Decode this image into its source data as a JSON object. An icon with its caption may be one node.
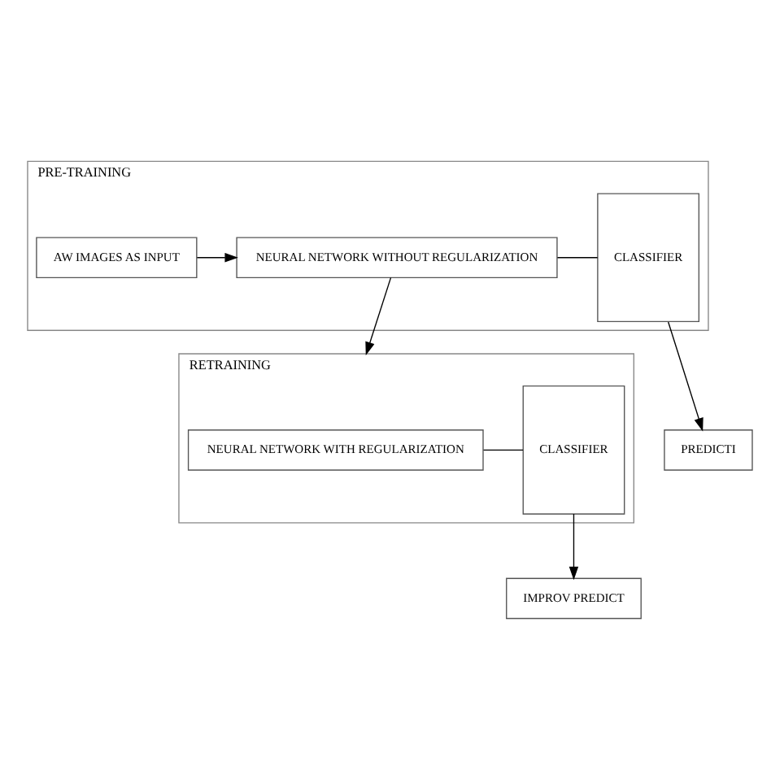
{
  "diagram": {
    "nodes": [
      {
        "text": [
          "PRE-TRAINING"
        ]
      },
      {
        "text": [
          "AW IMAGES AS INPUT"
        ],
        "in": 0
      },
      {
        "text": [
          "NEURAL NETWORK WITHOUT REGULARIZATION"
        ],
        "in": 0
      },
      {
        "text": [
          "CLASSIFIER"
        ],
        "in": 0
      },
      {
        "text": [
          "PREDICTI"
        ]
      },
      {
        "text": [
          "RETRAINING"
        ]
      },
      {
        "text": [
          "NEURAL NETWORK WITH REGULARIZATION"
        ],
        "in": 5
      },
      {
        "text": [
          "CLASSIFIER"
        ],
        "in": 5
      },
      {
        "text": [
          "IMPROV PREDICT"
        ]
      }
    ],
    "edges": [
      {
        "from": 1,
        "to": 2,
        "arrow": "to"
      },
      {
        "from": 2,
        "to": 3,
        "arrow": "none"
      },
      {
        "from": 3,
        "to": 4,
        "arrow": "to"
      },
      {
        "from": 2,
        "to": 5,
        "arrow": "to"
      },
      {
        "from": 6,
        "to": 7,
        "arrow": "none"
      },
      {
        "from": 7,
        "to": 8,
        "arrow": "to"
      }
    ]
  }
}
